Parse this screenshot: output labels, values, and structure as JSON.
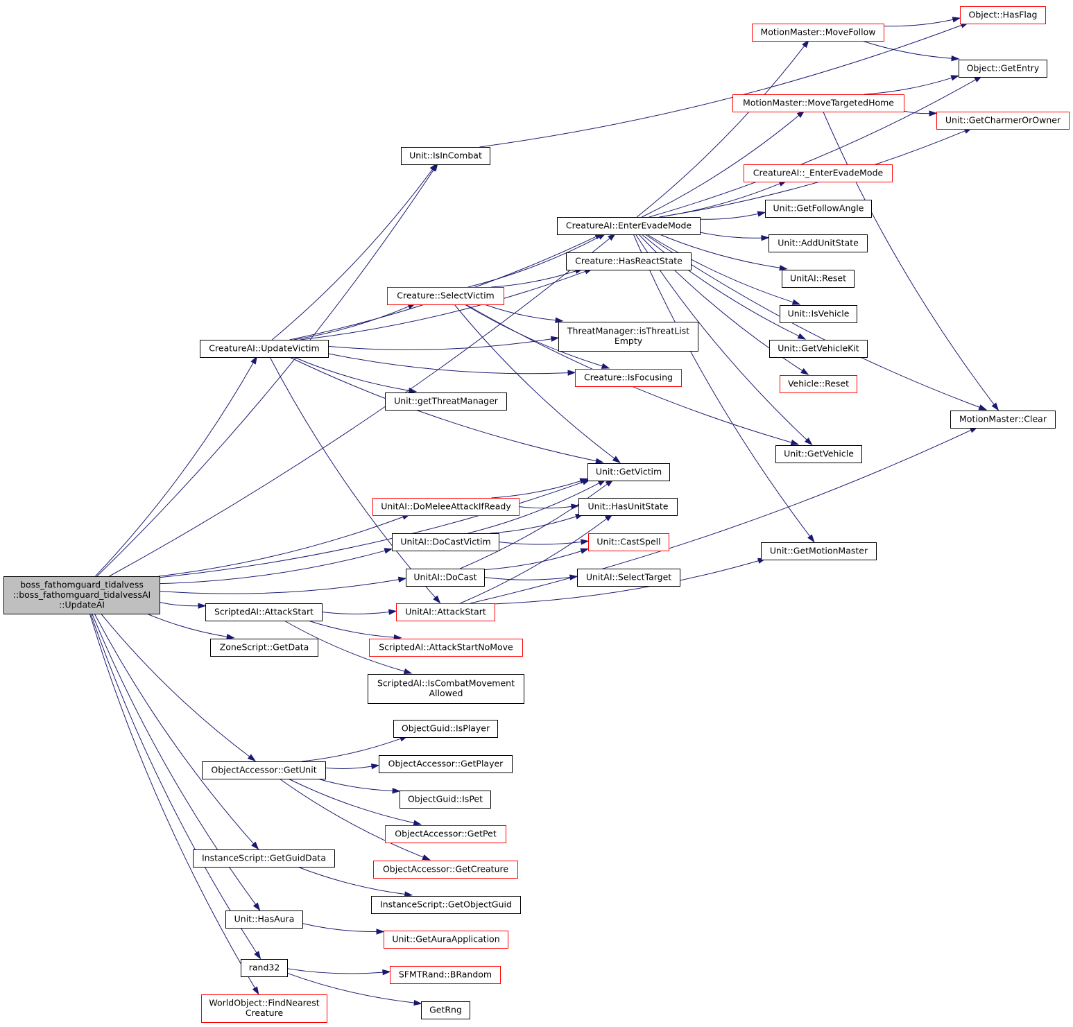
{
  "colors": {
    "edge": "#191970",
    "black_border": "#000000",
    "red_border": "#ff0000",
    "root_fill": "#bfbfbf",
    "node_fill": "#ffffff"
  },
  "nodes": [
    {
      "id": "root",
      "lines": [
        "boss_fathomguard_tidalvess",
        "::boss_fathomguard_tidalvessAI",
        "::UpdateAI"
      ],
      "border": "root"
    },
    {
      "id": "isInCombat",
      "lines": [
        "Unit::IsInCombat"
      ],
      "border": "black"
    },
    {
      "id": "updateVictim",
      "lines": [
        "CreatureAI::UpdateVictim"
      ],
      "border": "black"
    },
    {
      "id": "enterEvadeMode",
      "lines": [
        "CreatureAI::EnterEvadeMode"
      ],
      "border": "black"
    },
    {
      "id": "getVictim",
      "lines": [
        "Unit::GetVictim"
      ],
      "border": "black"
    },
    {
      "id": "doMelee",
      "lines": [
        "UnitAI::DoMeleeAttackIfReady"
      ],
      "border": "red"
    },
    {
      "id": "doCastVictim",
      "lines": [
        "UnitAI::DoCastVictim"
      ],
      "border": "black"
    },
    {
      "id": "doCast",
      "lines": [
        "UnitAI::DoCast"
      ],
      "border": "black"
    },
    {
      "id": "scriptedAttackStart",
      "lines": [
        "ScriptedAI::AttackStart"
      ],
      "border": "black"
    },
    {
      "id": "zoneGetData",
      "lines": [
        "ZoneScript::GetData"
      ],
      "border": "black"
    },
    {
      "id": "objAccGetUnit",
      "lines": [
        "ObjectAccessor::GetUnit"
      ],
      "border": "black"
    },
    {
      "id": "instGetGuidData",
      "lines": [
        "InstanceScript::GetGuidData"
      ],
      "border": "black"
    },
    {
      "id": "hasAura",
      "lines": [
        "Unit::HasAura"
      ],
      "border": "black"
    },
    {
      "id": "rand32",
      "lines": [
        "rand32"
      ],
      "border": "black"
    },
    {
      "id": "findNearestCreature",
      "lines": [
        "WorldObject::FindNearest",
        "Creature"
      ],
      "border": "red"
    },
    {
      "id": "hasFlag",
      "lines": [
        "Object::HasFlag"
      ],
      "border": "red"
    },
    {
      "id": "moveFollow",
      "lines": [
        "MotionMaster::MoveFollow"
      ],
      "border": "red"
    },
    {
      "id": "getEntry",
      "lines": [
        "Object::GetEntry"
      ],
      "border": "black"
    },
    {
      "id": "moveTargetedHome",
      "lines": [
        "MotionMaster::MoveTargetedHome"
      ],
      "border": "red"
    },
    {
      "id": "getCharmerOrOwner",
      "lines": [
        "Unit::GetCharmerOrOwner"
      ],
      "border": "red"
    },
    {
      "id": "enterEvadeModeInternal",
      "lines": [
        "CreatureAI::_EnterEvadeMode"
      ],
      "border": "red"
    },
    {
      "id": "getFollowAngle",
      "lines": [
        "Unit::GetFollowAngle"
      ],
      "border": "black"
    },
    {
      "id": "addUnitState",
      "lines": [
        "Unit::AddUnitState"
      ],
      "border": "black"
    },
    {
      "id": "unitAIReset",
      "lines": [
        "UnitAI::Reset"
      ],
      "border": "black"
    },
    {
      "id": "isVehicle",
      "lines": [
        "Unit::IsVehicle"
      ],
      "border": "black"
    },
    {
      "id": "getVehicleKit",
      "lines": [
        "Unit::GetVehicleKit"
      ],
      "border": "black"
    },
    {
      "id": "vehicleReset",
      "lines": [
        "Vehicle::Reset"
      ],
      "border": "red"
    },
    {
      "id": "mmClear",
      "lines": [
        "MotionMaster::Clear"
      ],
      "border": "black"
    },
    {
      "id": "getVehicle",
      "lines": [
        "Unit::GetVehicle"
      ],
      "border": "black"
    },
    {
      "id": "getMotionMaster",
      "lines": [
        "Unit::GetMotionMaster"
      ],
      "border": "black"
    },
    {
      "id": "hasReactState",
      "lines": [
        "Creature::HasReactState"
      ],
      "border": "black"
    },
    {
      "id": "selectVictim",
      "lines": [
        "Creature::SelectVictim"
      ],
      "border": "red"
    },
    {
      "id": "isThreatListEmpty",
      "lines": [
        "ThreatManager::isThreatList",
        "Empty"
      ],
      "border": "black"
    },
    {
      "id": "isFocusing",
      "lines": [
        "Creature::IsFocusing"
      ],
      "border": "red"
    },
    {
      "id": "getThreatManager",
      "lines": [
        "Unit::getThreatManager"
      ],
      "border": "black"
    },
    {
      "id": "hasUnitState",
      "lines": [
        "Unit::HasUnitState"
      ],
      "border": "black"
    },
    {
      "id": "castSpell",
      "lines": [
        "Unit::CastSpell"
      ],
      "border": "red"
    },
    {
      "id": "selectTarget",
      "lines": [
        "UnitAI::SelectTarget"
      ],
      "border": "black"
    },
    {
      "id": "unitAIAttackStart",
      "lines": [
        "UnitAI::AttackStart"
      ],
      "border": "red"
    },
    {
      "id": "attackStartNoMove",
      "lines": [
        "ScriptedAI::AttackStartNoMove"
      ],
      "border": "red"
    },
    {
      "id": "isCombatMovementAllowed",
      "lines": [
        "ScriptedAI::IsCombatMovement",
        "Allowed"
      ],
      "border": "black"
    },
    {
      "id": "guidIsPlayer",
      "lines": [
        "ObjectGuid::IsPlayer"
      ],
      "border": "black"
    },
    {
      "id": "objAccGetPlayer",
      "lines": [
        "ObjectAccessor::GetPlayer"
      ],
      "border": "black"
    },
    {
      "id": "guidIsPet",
      "lines": [
        "ObjectGuid::IsPet"
      ],
      "border": "black"
    },
    {
      "id": "objAccGetPet",
      "lines": [
        "ObjectAccessor::GetPet"
      ],
      "border": "red"
    },
    {
      "id": "objAccGetCreature",
      "lines": [
        "ObjectAccessor::GetCreature"
      ],
      "border": "red"
    },
    {
      "id": "instGetObjectGuid",
      "lines": [
        "InstanceScript::GetObjectGuid"
      ],
      "border": "black"
    },
    {
      "id": "getAuraApplication",
      "lines": [
        "Unit::GetAuraApplication"
      ],
      "border": "red"
    },
    {
      "id": "bRandom",
      "lines": [
        "SFMTRand::BRandom"
      ],
      "border": "red"
    },
    {
      "id": "getRng",
      "lines": [
        "GetRng"
      ],
      "border": "black"
    }
  ],
  "edges": [
    {
      "from": "root",
      "to": "isInCombat"
    },
    {
      "from": "root",
      "to": "updateVictim"
    },
    {
      "from": "root",
      "to": "enterEvadeMode"
    },
    {
      "from": "root",
      "to": "getVictim"
    },
    {
      "from": "root",
      "to": "doMelee"
    },
    {
      "from": "root",
      "to": "doCastVictim"
    },
    {
      "from": "root",
      "to": "doCast"
    },
    {
      "from": "root",
      "to": "scriptedAttackStart"
    },
    {
      "from": "root",
      "to": "zoneGetData"
    },
    {
      "from": "root",
      "to": "objAccGetUnit"
    },
    {
      "from": "root",
      "to": "instGetGuidData"
    },
    {
      "from": "root",
      "to": "hasAura"
    },
    {
      "from": "root",
      "to": "rand32"
    },
    {
      "from": "root",
      "to": "findNearestCreature"
    },
    {
      "from": "isInCombat",
      "to": "hasFlag"
    },
    {
      "from": "updateVictim",
      "to": "isInCombat"
    },
    {
      "from": "updateVictim",
      "to": "enterEvadeMode"
    },
    {
      "from": "updateVictim",
      "to": "hasReactState"
    },
    {
      "from": "updateVictim",
      "to": "selectVictim"
    },
    {
      "from": "updateVictim",
      "to": "isThreatListEmpty"
    },
    {
      "from": "updateVictim",
      "to": "isFocusing"
    },
    {
      "from": "updateVictim",
      "to": "getThreatManager"
    },
    {
      "from": "updateVictim",
      "to": "getVictim"
    },
    {
      "from": "updateVictim",
      "to": "unitAIAttackStart"
    },
    {
      "from": "enterEvadeMode",
      "to": "moveFollow"
    },
    {
      "from": "enterEvadeMode",
      "to": "getEntry"
    },
    {
      "from": "enterEvadeMode",
      "to": "moveTargetedHome"
    },
    {
      "from": "enterEvadeMode",
      "to": "getCharmerOrOwner"
    },
    {
      "from": "enterEvadeMode",
      "to": "enterEvadeModeInternal"
    },
    {
      "from": "enterEvadeMode",
      "to": "getFollowAngle"
    },
    {
      "from": "enterEvadeMode",
      "to": "addUnitState"
    },
    {
      "from": "enterEvadeMode",
      "to": "unitAIReset"
    },
    {
      "from": "enterEvadeMode",
      "to": "isVehicle"
    },
    {
      "from": "enterEvadeMode",
      "to": "getVehicleKit"
    },
    {
      "from": "enterEvadeMode",
      "to": "vehicleReset"
    },
    {
      "from": "enterEvadeMode",
      "to": "mmClear"
    },
    {
      "from": "enterEvadeMode",
      "to": "getVehicle"
    },
    {
      "from": "enterEvadeMode",
      "to": "getMotionMaster"
    },
    {
      "from": "moveFollow",
      "to": "hasFlag"
    },
    {
      "from": "moveFollow",
      "to": "getEntry"
    },
    {
      "from": "moveTargetedHome",
      "to": "getEntry"
    },
    {
      "from": "moveTargetedHome",
      "to": "getCharmerOrOwner"
    },
    {
      "from": "moveTargetedHome",
      "to": "mmClear"
    },
    {
      "from": "selectVictim",
      "to": "enterEvadeMode"
    },
    {
      "from": "selectVictim",
      "to": "hasReactState"
    },
    {
      "from": "selectVictim",
      "to": "isThreatListEmpty"
    },
    {
      "from": "selectVictim",
      "to": "isFocusing"
    },
    {
      "from": "selectVictim",
      "to": "getVictim"
    },
    {
      "from": "selectVictim",
      "to": "getVehicle"
    },
    {
      "from": "doMelee",
      "to": "getVictim"
    },
    {
      "from": "doMelee",
      "to": "hasUnitState"
    },
    {
      "from": "doCastVictim",
      "to": "getVictim"
    },
    {
      "from": "doCastVictim",
      "to": "hasUnitState"
    },
    {
      "from": "doCastVictim",
      "to": "castSpell"
    },
    {
      "from": "doCast",
      "to": "getVictim"
    },
    {
      "from": "doCast",
      "to": "castSpell"
    },
    {
      "from": "doCast",
      "to": "selectTarget"
    },
    {
      "from": "scriptedAttackStart",
      "to": "unitAIAttackStart"
    },
    {
      "from": "scriptedAttackStart",
      "to": "attackStartNoMove"
    },
    {
      "from": "scriptedAttackStart",
      "to": "isCombatMovementAllowed"
    },
    {
      "from": "unitAIAttackStart",
      "to": "hasUnitState"
    },
    {
      "from": "unitAIAttackStart",
      "to": "getMotionMaster"
    },
    {
      "from": "unitAIAttackStart",
      "to": "mmClear"
    },
    {
      "from": "objAccGetUnit",
      "to": "guidIsPlayer"
    },
    {
      "from": "objAccGetUnit",
      "to": "objAccGetPlayer"
    },
    {
      "from": "objAccGetUnit",
      "to": "guidIsPet"
    },
    {
      "from": "objAccGetUnit",
      "to": "objAccGetPet"
    },
    {
      "from": "objAccGetUnit",
      "to": "objAccGetCreature"
    },
    {
      "from": "instGetGuidData",
      "to": "instGetObjectGuid"
    },
    {
      "from": "hasAura",
      "to": "getAuraApplication"
    },
    {
      "from": "rand32",
      "to": "bRandom"
    },
    {
      "from": "rand32",
      "to": "getRng"
    }
  ]
}
